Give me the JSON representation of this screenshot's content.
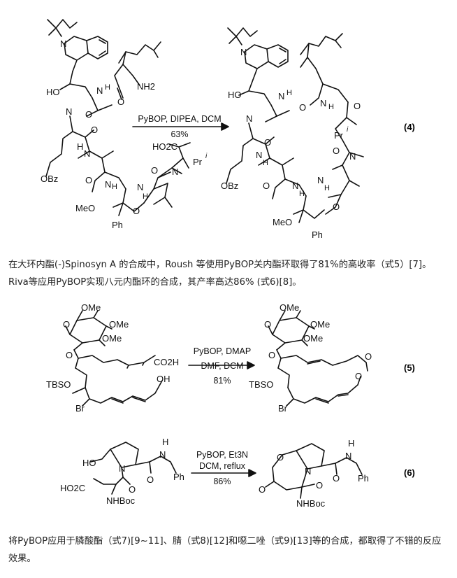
{
  "scheme4": {
    "reactant_labels": [
      "N",
      "HO",
      "N",
      "H",
      "O",
      "NH2",
      "N",
      "O",
      "H",
      "N",
      "O",
      "H",
      "OBz",
      "O",
      "N",
      "O",
      "N",
      "H",
      "HO2C",
      "Pr",
      "i",
      "N",
      "O",
      "MeO",
      "Ph"
    ],
    "product_labels": [
      "N",
      "HO",
      "N",
      "H",
      "O",
      "N",
      "H",
      "O",
      "Pr",
      "i",
      "N",
      "N",
      "O",
      "O",
      "N",
      "H",
      "OBz",
      "N",
      "H",
      "N",
      "H",
      "O",
      "O",
      "MeO",
      "Ph"
    ],
    "conditions": [
      "PyBOP, DIPEA, DCM",
      "63%"
    ],
    "label": "(4)"
  },
  "paragraph1": "在大环内酯(-)Spinosyn A 的合成中，Roush 等使用PyBOP关内酯环取得了81%的高收率（式5）[7]。Riva等应用PyBOP实现八元内酯环的合成，其产率高达86% (式6)[8]。",
  "scheme5": {
    "reactant_labels": [
      "OMe",
      "OMe",
      "OMe",
      "O",
      "O",
      "CO2H",
      "TBSO",
      "OH",
      "Br"
    ],
    "product_labels": [
      "OMe",
      "OMe",
      "OMe",
      "O",
      "O",
      "O",
      "O",
      "TBSO",
      "Br"
    ],
    "conditions": [
      "PyBOP, DMAP",
      "DMF, DCM",
      "81%"
    ],
    "label": "(5)"
  },
  "scheme6": {
    "reactant_labels": [
      "HO",
      "N",
      "O",
      "H",
      "N",
      "Ph",
      "HO2C",
      "O",
      "NHBoc"
    ],
    "product_labels": [
      "O",
      "N",
      "O",
      "H",
      "N",
      "Ph",
      "O",
      "O",
      "NHBoc"
    ],
    "conditions": [
      "PyBOP, Et3N",
      "DCM, reflux",
      "86%"
    ],
    "label": "(6)"
  },
  "paragraph2": "将PyBOP应用于膦酸酯（式7)[9~11]、腈（式8)[12]和噁二唑（式9)[13]等的合成，都取得了不错的反应效果。"
}
